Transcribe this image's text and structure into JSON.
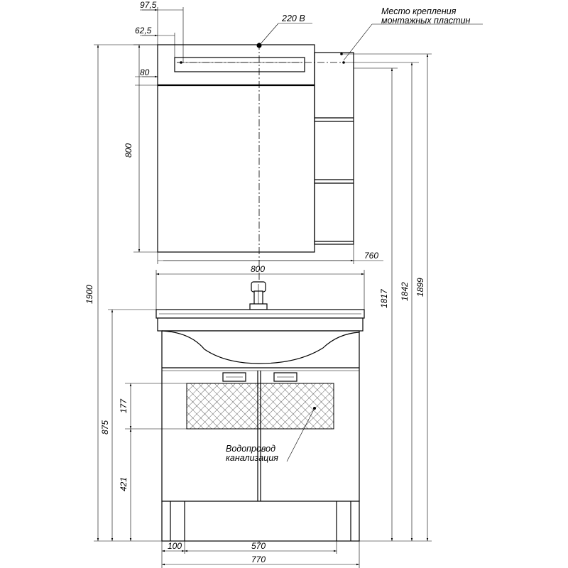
{
  "dimensions": {
    "d97_5": "97,5",
    "d62_5": "62,5",
    "d80": "80",
    "d800_mirror_h": "800",
    "d760": "760",
    "d800_width": "800",
    "d1900": "1900",
    "d1817": "1817",
    "d1842": "1842",
    "d1899": "1899",
    "d875": "875",
    "d177": "177",
    "d421": "421",
    "d100": "100",
    "d570": "570",
    "d770": "770"
  },
  "labels": {
    "power": "220 В",
    "mount_line1": "Место крепления",
    "mount_line2": "монтажных пластин",
    "pipes_line1": "Водопровод",
    "pipes_line2": "канализация"
  }
}
